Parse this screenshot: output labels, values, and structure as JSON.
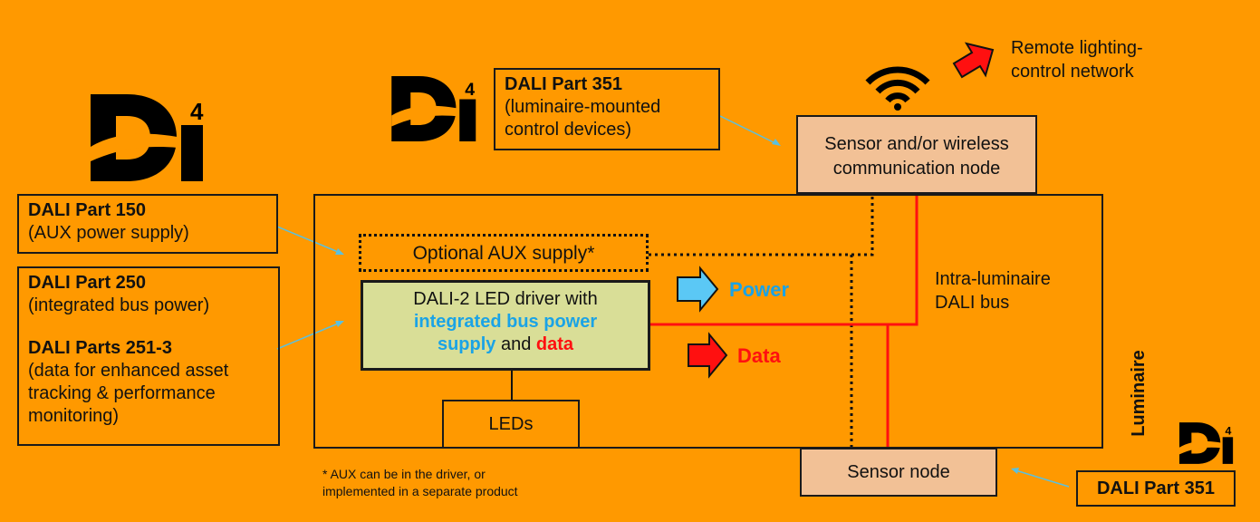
{
  "labels": {
    "part351_top": {
      "title": "DALI Part 351",
      "line1": "(luminaire-mounted",
      "line2": "control devices)"
    },
    "part150": {
      "title": "DALI Part 150",
      "line1": "(AUX power supply)"
    },
    "part250": {
      "title": "DALI Part 250",
      "line1": "(integrated bus power)"
    },
    "part251": {
      "title": "DALI Parts 251-3",
      "line1": "(data for enhanced asset",
      "line2": "tracking & performance",
      "line3": "monitoring)"
    },
    "part351_bottom": {
      "title": "DALI Part 351"
    }
  },
  "nodes": {
    "sensor_wireless": {
      "line1": "Sensor and/or wireless",
      "line2": "communication node"
    },
    "aux_supply": "Optional AUX supply*",
    "driver": {
      "line1": "DALI-2 LED driver with",
      "blue1": "integrated bus power",
      "blue2": "supply",
      "and": "and",
      "red": "data"
    },
    "leds": "LEDs",
    "sensor_node": "Sensor node",
    "bus": {
      "line1": "Intra-luminaire",
      "line2": "DALI bus"
    },
    "luminaire": "Luminaire",
    "remote": {
      "line1": "Remote lighting-",
      "line2": "control network"
    }
  },
  "legend": {
    "power": "Power",
    "data": "Data"
  },
  "footnote": {
    "line1": "* AUX can be in the driver, or",
    "line2": "implemented in a separate product"
  },
  "logo": {
    "text": "D",
    "superscript": "4"
  },
  "colors": {
    "background": "#ff9900",
    "power": "#1aa3e6",
    "data": "#ff1010",
    "node": "#f2c196",
    "driver": "#d9de97"
  }
}
